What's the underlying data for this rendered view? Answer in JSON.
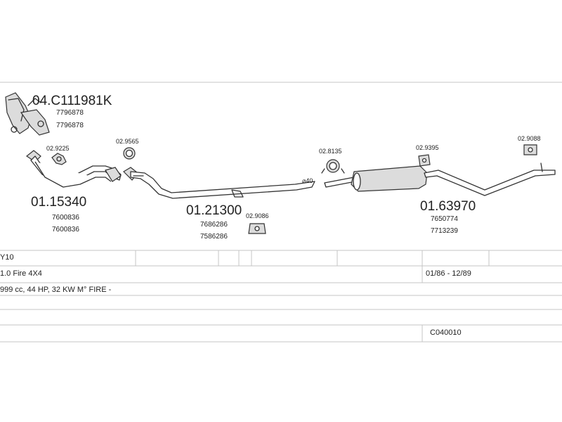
{
  "parts": {
    "manifold": {
      "code": "04.C111981K",
      "refs": [
        "7796878",
        "7796878"
      ]
    },
    "front_pipe": {
      "code": "01.15340",
      "refs": [
        "7600836",
        "7600836"
      ]
    },
    "middle_pipe": {
      "code": "01.21300",
      "refs": [
        "7686286",
        "7586286"
      ]
    },
    "rear_silencer": {
      "code": "01.63970",
      "refs": [
        "7650774",
        "7713239"
      ]
    }
  },
  "accessories": {
    "gasket_front": "02.9225",
    "ring": "02.9565",
    "mount_middle": "02.9086",
    "clamp": "02.8135",
    "clamp_size": "⌀40",
    "mount_rear": "02.9395",
    "mount_tail": "02.9088"
  },
  "table": {
    "model": "Y10",
    "engine": "1.0 Fire 4X4",
    "years": "01/86 - 12/89",
    "specs": "999 cc, 44 HP, 32 KW M° FIRE -",
    "catalog_code": "C040010"
  },
  "colors": {
    "line": "#333333",
    "rule": "#c4c4c4",
    "shade": "#dcdcdc"
  }
}
